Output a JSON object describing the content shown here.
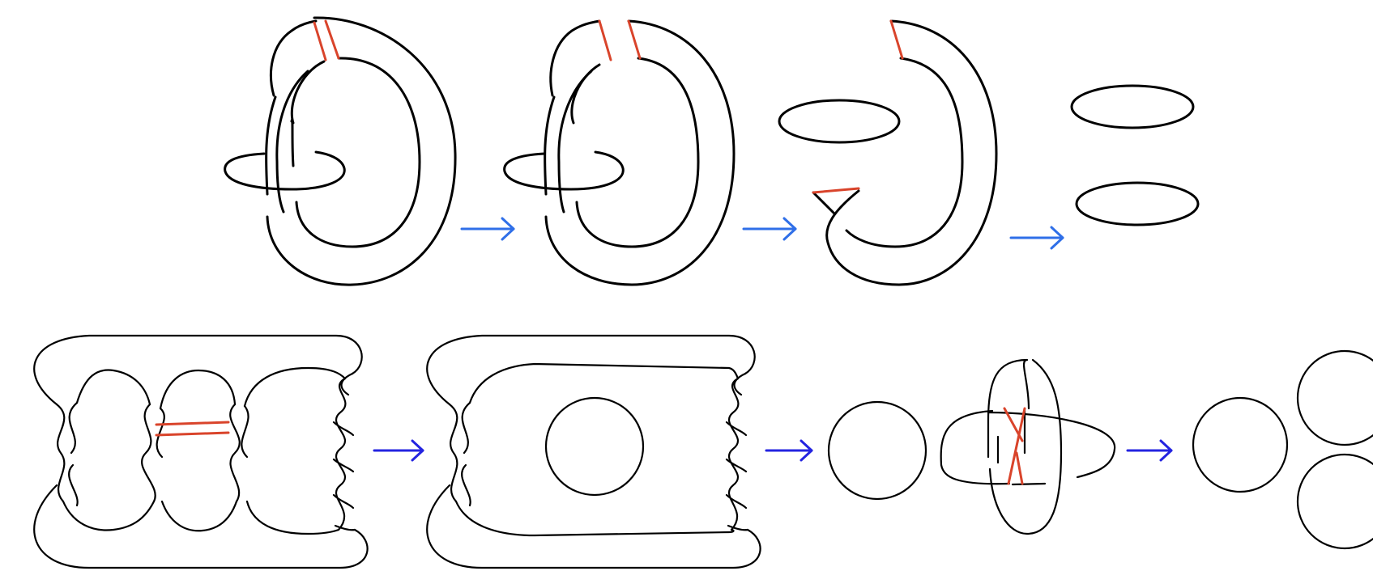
{
  "diagram": {
    "background": "#ffffff",
    "strand_color": "#000000",
    "band_color": "#d9442b",
    "arrow_colors": {
      "top_row": "#2f6fe8",
      "bottom_row": "#2424e0"
    },
    "top_row": {
      "panels": [
        {
          "name": "link-with-band"
        },
        {
          "name": "band-cut"
        },
        {
          "name": "unknot-and-twisted-strand"
        },
        {
          "name": "two-unlinked-circles"
        }
      ],
      "arrow_count": 3
    },
    "bottom_row": {
      "panels": [
        {
          "name": "pretzel-knot-with-band"
        },
        {
          "name": "knot-and-circle"
        },
        {
          "name": "circle-and-hopf-link-with-band"
        },
        {
          "name": "three-circles"
        }
      ],
      "arrow_count": 3
    }
  }
}
